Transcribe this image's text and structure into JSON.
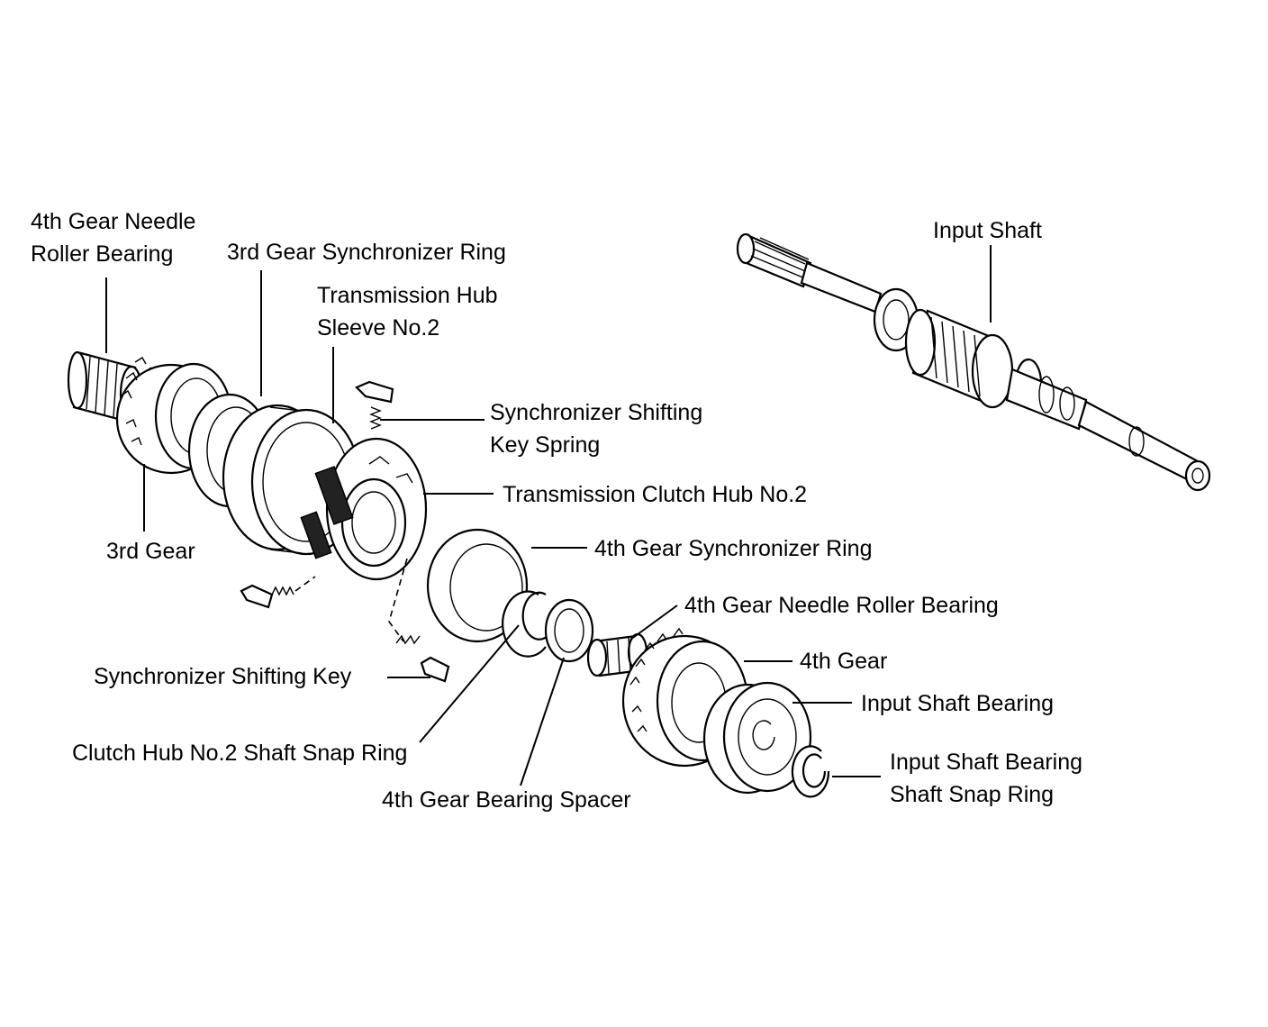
{
  "labels": {
    "fourth_gear_needle_roller_bearing_top": [
      "4th Gear Needle",
      "Roller Bearing"
    ],
    "third_gear_synchronizer_ring": "3rd Gear Synchronizer Ring",
    "transmission_hub_sleeve": [
      "Transmission Hub",
      "Sleeve No.2"
    ],
    "synchronizer_shifting_key_spring": [
      "Synchronizer Shifting",
      "Key Spring"
    ],
    "transmission_clutch_hub": "Transmission Clutch Hub No.2",
    "third_gear": "3rd Gear",
    "fourth_gear_synchronizer_ring": "4th Gear Synchronizer Ring",
    "fourth_gear_needle_roller_bearing": "4th Gear Needle Roller Bearing",
    "fourth_gear": "4th Gear",
    "input_shaft_bearing": "Input Shaft Bearing",
    "input_shaft_bearing_snap_ring": [
      "Input Shaft Bearing",
      "Shaft Snap Ring"
    ],
    "synchronizer_shifting_key": "Synchronizer Shifting Key",
    "clutch_hub_snap_ring": "Clutch Hub No.2 Shaft Snap Ring",
    "fourth_gear_bearing_spacer": "4th Gear Bearing Spacer",
    "input_shaft": "Input Shaft"
  }
}
